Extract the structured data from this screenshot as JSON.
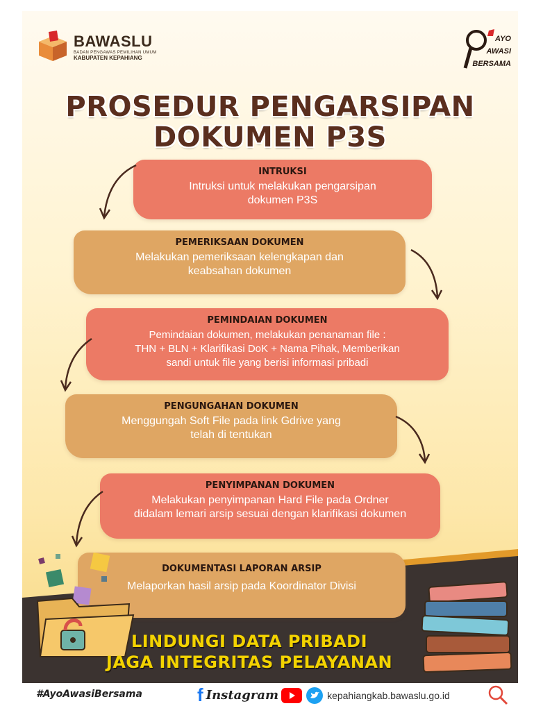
{
  "header": {
    "logo_name": "BAWASLU",
    "logo_sub": "BADAN PENGAWAS PEMILIHAN UMUM",
    "logo_region": "KABUPATEN KEPAHIANG",
    "campaign": [
      "AYO",
      "AWASI",
      "BERSAMA"
    ]
  },
  "title": {
    "line1": "PROSEDUR PENGARSIPAN",
    "line2": "DOKUMEN P3S"
  },
  "steps": [
    {
      "heading": "INTRUKSI",
      "body": [
        "Intruksi untuk melakukan pengarsipan",
        "dokumen P3S"
      ]
    },
    {
      "heading": "PEMERIKSAAN DOKUMEN",
      "body": [
        "Melakukan pemeriksaan kelengkapan dan",
        "keabsahan dokumen"
      ]
    },
    {
      "heading": "PEMINDAIAN DOKUMEN",
      "body": [
        "Pemindaian dokumen, melakukan penanaman file :",
        "THN + BLN + Klarifikasi DoK + Nama Pihak, Memberikan",
        "sandi untuk file yang berisi informasi pribadi"
      ]
    },
    {
      "heading": "PENGUNGAHAN DOKUMEN",
      "body": [
        "Menggungah Soft File pada link Gdrive yang",
        "telah di tentukan"
      ]
    },
    {
      "heading": "PENYIMPANAN DOKUMEN",
      "body": [
        "Melakukan penyimpanan Hard File pada Ordner",
        "didalam lemari arsip sesuai dengan klarifikasi dokumen"
      ]
    },
    {
      "heading": "DOKUMENTASI LAPORAN ARSIP",
      "body": [
        "Melaporkan hasil arsip pada Koordinator Divisi"
      ]
    }
  ],
  "slogan": {
    "line1": "LINDUNGI DATA PRIBADI",
    "line2": "JAGA INTEGRITAS PELAYANAN"
  },
  "footer": {
    "hashtag": "#AyoAwasiBersama",
    "facebook": "f",
    "instagram": "Instagram",
    "website": "kepahiangkab.bawaslu.go.id"
  },
  "colors": {
    "step_red": "#ec7a65",
    "step_gold": "#dfa663",
    "title": "#5a2e1e",
    "slogan": "#f3d300",
    "band": "#3b3330"
  }
}
